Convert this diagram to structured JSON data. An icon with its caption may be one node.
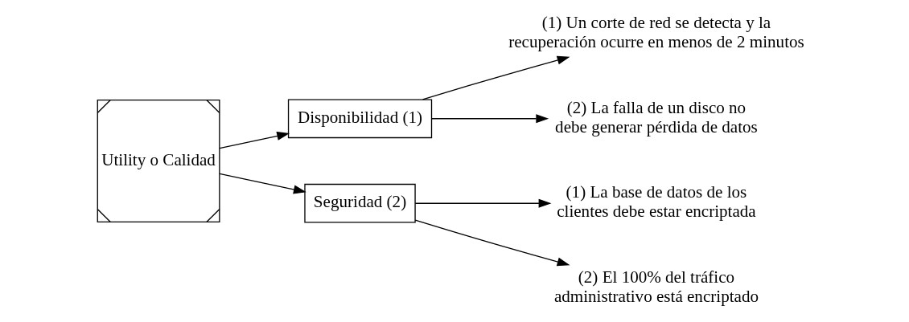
{
  "diagram": {
    "nodes": [
      {
        "text": [
          "Utility o Calidad"
        ]
      },
      {
        "text": [
          "Disponibilidad (1)"
        ]
      },
      {
        "text": [
          "Seguridad (2)"
        ]
      },
      {
        "text": [
          "(1) Un corte de red se detecta y la recuperación ocurre en menos de 2 minutos"
        ]
      },
      {
        "text": [
          "(2) La falla de un disco no debe generar pérdida de datos"
        ]
      },
      {
        "text": [
          "(1) La base de datos de los clientes debe estar encriptada"
        ]
      },
      {
        "text": [
          "(2) El 100% del tráfico administrativo está encriptado"
        ]
      }
    ],
    "edges": [
      {
        "from": 0,
        "to": 1,
        "arrow": "to"
      },
      {
        "from": 0,
        "to": 2,
        "arrow": "to"
      },
      {
        "from": 1,
        "to": 3,
        "arrow": "to"
      },
      {
        "from": 1,
        "to": 4,
        "arrow": "to"
      },
      {
        "from": 2,
        "to": 5,
        "arrow": "to"
      },
      {
        "from": 2,
        "to": 6,
        "arrow": "to"
      }
    ]
  }
}
